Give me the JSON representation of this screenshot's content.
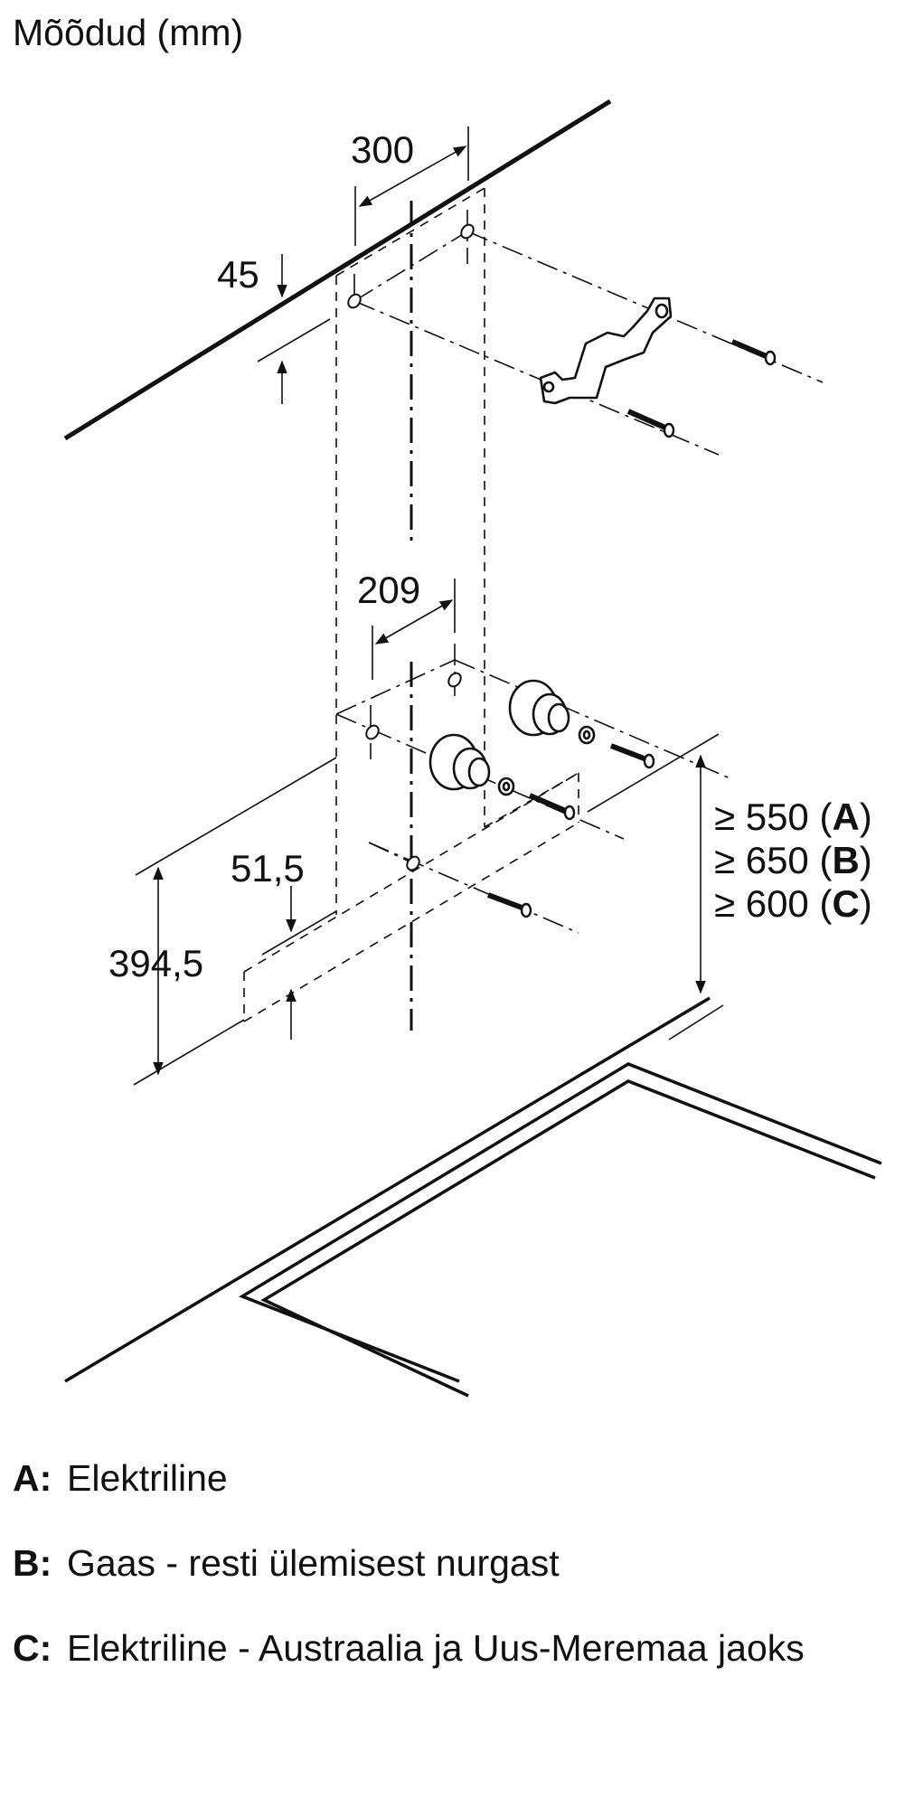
{
  "title": "Mõõdud (mm)",
  "dimensions": {
    "d300": "300",
    "d45": "45",
    "d209": "209",
    "d51_5": "51,5",
    "d394_5": "394,5"
  },
  "requirements": [
    {
      "prefix": "≥ 550 (",
      "letter": "A",
      "suffix": ")"
    },
    {
      "prefix": "≥ 650 (",
      "letter": "B",
      "suffix": ")"
    },
    {
      "prefix": "≥ 600 (",
      "letter": "C",
      "suffix": ")"
    }
  ],
  "legend": [
    {
      "key": "A:",
      "text": "Elektriline"
    },
    {
      "key": "B:",
      "text": "Gaas - resti ülemisest nurgast"
    },
    {
      "key": "C:",
      "text": "Elektriline - Austraalia ja Uus-Meremaa jaoks"
    }
  ],
  "colors": {
    "ink": "#111111",
    "background": "#ffffff"
  }
}
